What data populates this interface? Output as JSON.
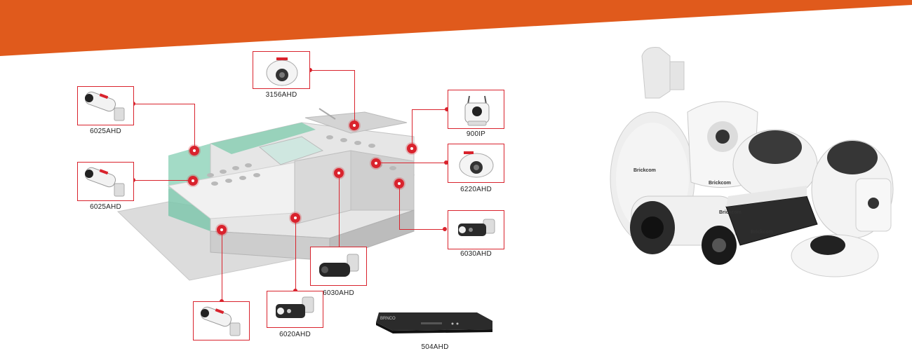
{
  "theme": {
    "banner_color": "#e05a1c",
    "accent": "#d9232d"
  },
  "cameras": [
    {
      "id": "cam-6025-top",
      "model": "6025AHD",
      "icon": "bullet-camera-icon"
    },
    {
      "id": "cam-6025-mid",
      "model": "6025AHD",
      "icon": "bullet-camera-icon"
    },
    {
      "id": "cam-3156",
      "model": "3156AHD",
      "icon": "dome-camera-icon"
    },
    {
      "id": "cam-900ip",
      "model": "900IP",
      "icon": "wifi-ip-camera-icon"
    },
    {
      "id": "cam-6220",
      "model": "6220AHD",
      "icon": "dome-camera-icon"
    },
    {
      "id": "cam-6030-right",
      "model": "6030AHD",
      "icon": "bullet-camera-icon"
    },
    {
      "id": "cam-6030-low",
      "model": "6030AHD",
      "icon": "bullet-camera-icon"
    },
    {
      "id": "cam-6020",
      "model": "6020AHD",
      "icon": "bullet-camera-icon"
    },
    {
      "id": "cam-bottom",
      "model": "",
      "icon": "bullet-camera-icon"
    },
    {
      "id": "dvr-504",
      "model": "504AHD",
      "icon": "dvr-recorder-icon"
    }
  ],
  "product_group": {
    "brand": "Brickcom",
    "icon": "camera-collection-icon"
  }
}
